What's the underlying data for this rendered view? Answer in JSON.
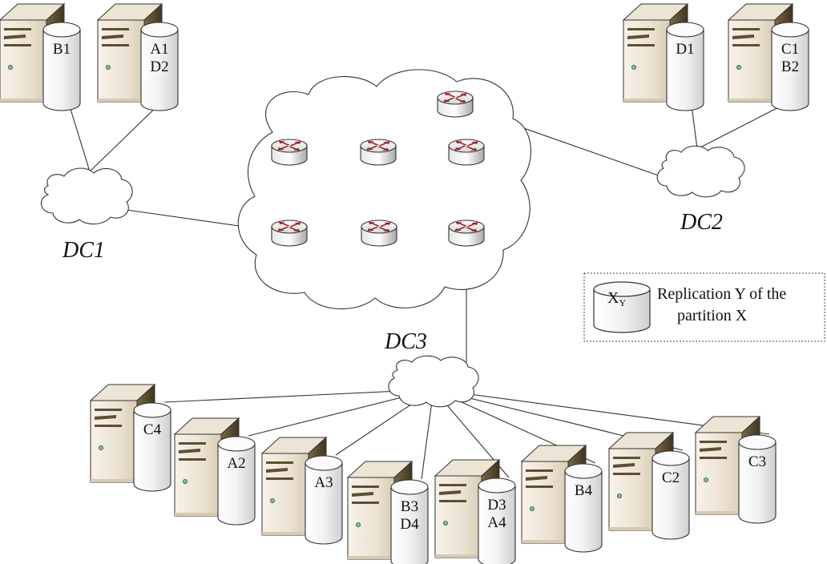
{
  "datacenters": {
    "dc1": {
      "label": "DC1",
      "servers": [
        {
          "disk_labels": [
            "B1"
          ]
        },
        {
          "disk_labels": [
            "A1",
            "D2"
          ]
        }
      ]
    },
    "dc2": {
      "label": "DC2",
      "servers": [
        {
          "disk_labels": [
            "D1"
          ]
        },
        {
          "disk_labels": [
            "C1",
            "B2"
          ]
        }
      ]
    },
    "dc3": {
      "label": "DC3",
      "servers": [
        {
          "disk_labels": [
            "C4"
          ]
        },
        {
          "disk_labels": [
            "A2"
          ]
        },
        {
          "disk_labels": [
            "A3"
          ]
        },
        {
          "disk_labels": [
            "B3",
            "D4"
          ]
        },
        {
          "disk_labels": [
            "D3",
            "A4"
          ]
        },
        {
          "disk_labels": [
            "B4"
          ]
        },
        {
          "disk_labels": [
            "C2"
          ]
        },
        {
          "disk_labels": [
            "C3"
          ]
        }
      ]
    }
  },
  "backbone": {
    "router_count": 7
  },
  "legend": {
    "symbol_main": "X",
    "symbol_sub": "Y",
    "text_line1": "Replication Y of the",
    "text_line2": "partition X"
  },
  "colors": {
    "server_body": "#f1ebe0",
    "server_shade": "#5e4f32",
    "router_arrow": "#c8141c",
    "line": "#333333"
  }
}
